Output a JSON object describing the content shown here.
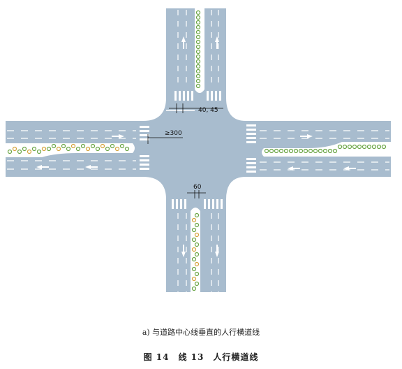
{
  "diagram": {
    "dimensions": {
      "median_gap": "40, 45",
      "crosswalk_setback": "≥300",
      "south_gap": "60"
    }
  },
  "captions": {
    "sub": "a) 与道路中心线垂直的人行横道线",
    "main": "图 14　线 13　人行横道线"
  },
  "colors": {
    "road": "#a8bcce",
    "road_edge": "#8ea6bb",
    "marking": "#ffffff",
    "median": "#ffffff",
    "tree": "#6aa544",
    "flower": "#d4a23a"
  }
}
